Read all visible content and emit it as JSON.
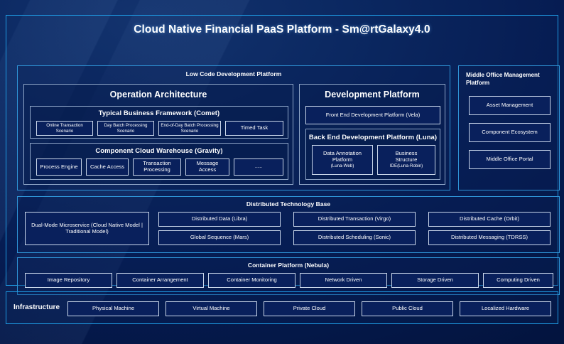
{
  "title": "Cloud Native Financial PaaS Platform - Sm@rtGalaxy4.0",
  "colors": {
    "background": "#04184a",
    "accent_border": "#1e9ae2",
    "panel_border": "#2f95d8",
    "soft_border": "#8fa6c8",
    "box_border": "#c9d6ea",
    "box_fill": "#09205c",
    "text": "#ffffff"
  },
  "low_code": {
    "title": "Low Code Development Platform",
    "operation_architecture": {
      "title": "Operation Architecture",
      "typical_business_framework": {
        "title": "Typical Business Framework (Comet)",
        "boxes": [
          "Online Transaction Scenario",
          "Day Batch Processing Scenario",
          "End-of-Day Batch Processing Scenario",
          "Timed Task"
        ]
      },
      "component_cloud_warehouse": {
        "title": "Component Cloud Warehouse (Gravity)",
        "boxes": [
          "Process Engine",
          "Cache Access",
          "Transaction Processing",
          "Message Access",
          "......"
        ]
      }
    },
    "development_platform": {
      "title": "Development Platform",
      "front_end": "Front End Development Platform (Vela)",
      "back_end": {
        "title": "Back End Development Platform (Luna)",
        "boxes": [
          {
            "line1": "Data Annotation",
            "line2": "Platform",
            "line3": "(Luna-Web)"
          },
          {
            "line1": "Business",
            "line2": "Structure",
            "line3": "IDE(Luna-Robin)"
          }
        ]
      }
    }
  },
  "middle_office": {
    "title": "Middle Office Management Platform",
    "boxes": [
      "Asset Management",
      "Component Ecosystem",
      "Middle Office Portal"
    ]
  },
  "distributed_technology_base": {
    "title": "Distributed Technology Base",
    "wide_box": "Dual-Mode Microservice (Cloud Native Model | Traditional Model)",
    "grid": [
      [
        "Distributed Data (Libra)",
        "Distributed Transaction (Virgo)",
        "Distributed Cache (Orbit)"
      ],
      [
        "Global Sequence (Mars)",
        "Distributed Scheduling (Sonic)",
        "Distributed Messaging (TDRSS)"
      ]
    ]
  },
  "container_platform": {
    "title": "Container Platform (Nebula)",
    "boxes": [
      "Image Repository",
      "Container Arrangement",
      "Container Monitoring",
      "Network Driven",
      "Storage Driven",
      "Computing Driven"
    ]
  },
  "infrastructure": {
    "label": "Infrastructure",
    "boxes": [
      "Physical Machine",
      "Virtual Machine",
      "Private Cloud",
      "Public Cloud",
      "Localized Hardware"
    ]
  }
}
